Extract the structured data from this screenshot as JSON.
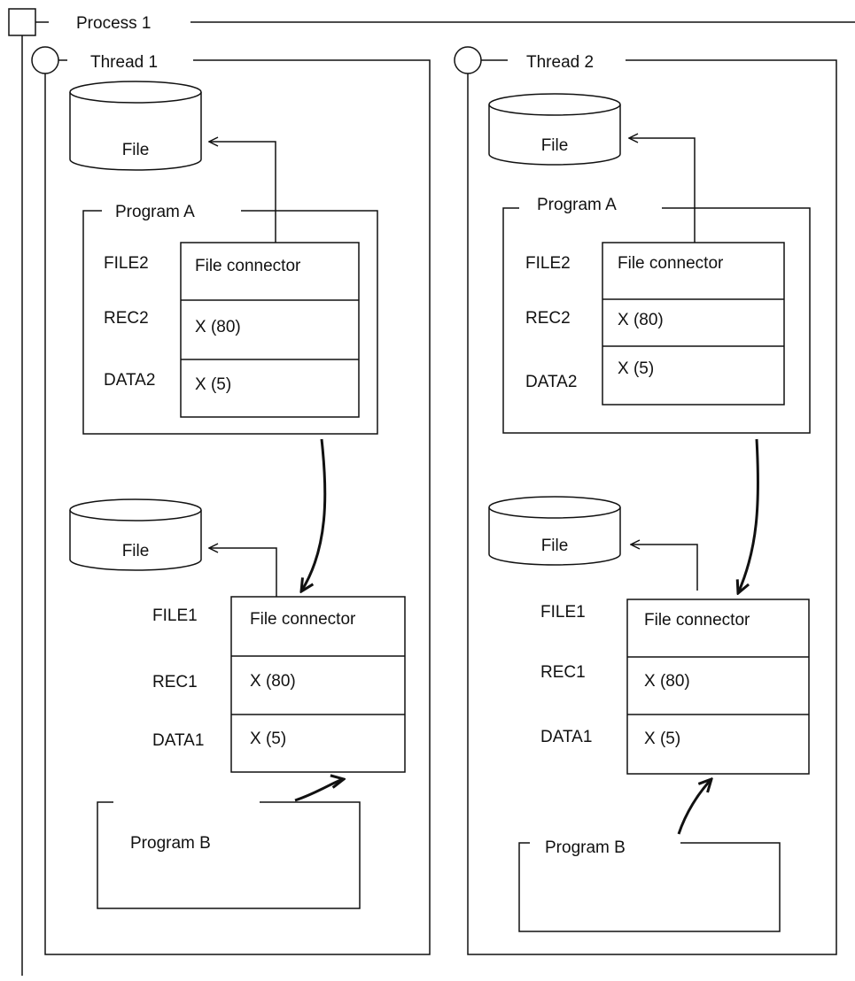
{
  "process": {
    "label": "Process 1"
  },
  "threads": [
    {
      "label": "Thread 1",
      "program_a": {
        "label": "Program A",
        "file": "File",
        "rows": [
          {
            "name": "FILE2",
            "value": "File connector"
          },
          {
            "name": "REC2",
            "value": "X (80)"
          },
          {
            "name": "DATA2",
            "value": "X (5)"
          }
        ]
      },
      "connector": {
        "file": "File",
        "rows": [
          {
            "name": "FILE1",
            "value": "File connector"
          },
          {
            "name": "REC1",
            "value": "X (80)"
          },
          {
            "name": "DATA1",
            "value": "X (5)"
          }
        ]
      },
      "program_b": {
        "label": "Program B"
      }
    },
    {
      "label": "Thread 2",
      "program_a": {
        "label": "Program A",
        "file": "File",
        "rows": [
          {
            "name": "FILE2",
            "value": "File connector"
          },
          {
            "name": "REC2",
            "value": "X (80)"
          },
          {
            "name": "DATA2",
            "value": "X (5)"
          }
        ]
      },
      "connector": {
        "file": "File",
        "rows": [
          {
            "name": "FILE1",
            "value": "File connector"
          },
          {
            "name": "REC1",
            "value": "X (80)"
          },
          {
            "name": "DATA1",
            "value": "X (5)"
          }
        ]
      },
      "program_b": {
        "label": "Program B"
      }
    }
  ]
}
